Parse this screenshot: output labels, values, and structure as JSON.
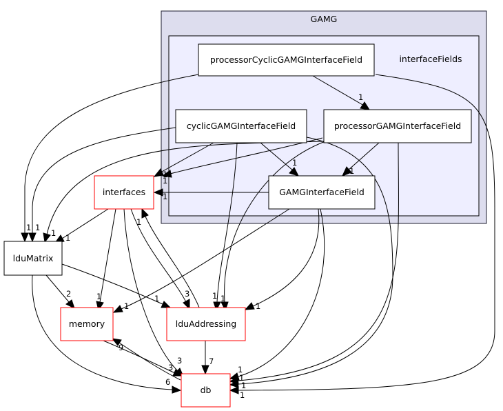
{
  "clusters": {
    "outer": {
      "label": "GAMG",
      "fill": "#ddddee",
      "stroke": "#1c1c2e"
    },
    "inner": {
      "label": "interfaceFields",
      "fill": "#eeeeff",
      "stroke": "#000000"
    }
  },
  "nodes": {
    "processorCyclic": {
      "label": "processorCyclicGAMGInterfaceField",
      "border": "#000000"
    },
    "cyclic": {
      "label": "cyclicGAMGInterfaceField",
      "border": "#000000"
    },
    "processor": {
      "label": "processorGAMGInterfaceField",
      "border": "#000000"
    },
    "gamgInterface": {
      "label": "GAMGInterfaceField",
      "border": "#000000"
    },
    "interfaces": {
      "label": "interfaces",
      "border": "#ff0000"
    },
    "lduMatrix": {
      "label": "lduMatrix",
      "border": "#000000"
    },
    "memory": {
      "label": "memory",
      "border": "#ff0000"
    },
    "lduAddressing": {
      "label": "lduAddressing",
      "border": "#ff0000"
    },
    "db": {
      "label": "db",
      "border": "#ff0000"
    }
  },
  "edge_labels": {
    "pc_proc": "1",
    "proc_gamg": "1",
    "proc_interfaces": "1",
    "cyc_gamg": "1",
    "cyc_interfaces": "1",
    "gamg_interfaces": "1",
    "mat_lm_pc": "1",
    "mat_lm_cyc": "1",
    "mat_lm_int": "1",
    "mat_lm_proc": "1",
    "int_addr": "3",
    "addr_int": "1",
    "int_mem": "1",
    "mat_mem": "2",
    "mat_addr": "1",
    "cyc_addr": "1",
    "proc_addr": "1",
    "gamg_addr": "1",
    "gamg_mem": "1",
    "mem_db": "3",
    "db_mem": "9",
    "int_db": "3",
    "mat_db": "6",
    "addr_db": "7",
    "gamg_db": "1",
    "proc_db": "1",
    "cyc_db": "1",
    "pc_db": "1"
  }
}
